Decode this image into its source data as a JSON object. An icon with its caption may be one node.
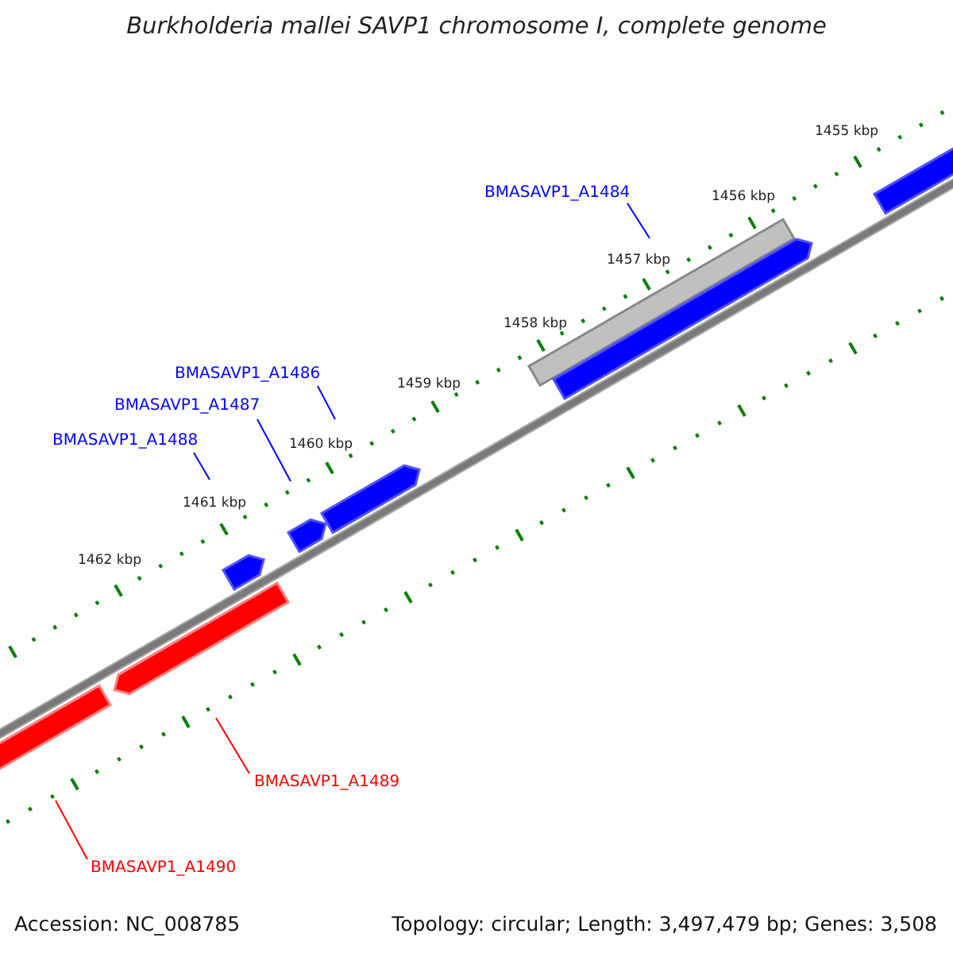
{
  "diagram": {
    "title": "Burkholderia mallei SAVP1 chromosome I, complete genome",
    "nodes": [
      {
        "text": [
          "BMASAVP1_A1484"
        ]
      },
      {
        "text": [
          "BMASAVP1_A1486"
        ]
      },
      {
        "text": [
          "BMASAVP1_A1487"
        ]
      },
      {
        "text": [
          "BMASAVP1_A1488"
        ]
      },
      {
        "text": [
          "BMASAVP1_A1489"
        ]
      },
      {
        "text": [
          "BMASAVP1_A1490"
        ]
      },
      {
        "text": [],
        "shape": "box"
      },
      {
        "text": [],
        "shape": "box"
      },
      {
        "text": [],
        "shape": "box"
      },
      {
        "text": [],
        "shape": "box"
      },
      {
        "text": [],
        "shape": "box"
      },
      {
        "text": [],
        "shape": "bar"
      },
      {
        "text": [],
        "shape": "box"
      },
      {
        "text": [],
        "shape": "box"
      }
    ],
    "edges": [
      {
        "from": 0,
        "to": null,
        "arrow": "none"
      },
      {
        "from": 1,
        "to": null,
        "arrow": "none"
      },
      {
        "from": 2,
        "to": null,
        "arrow": "none"
      },
      {
        "from": 3,
        "to": null,
        "arrow": "none"
      },
      {
        "from": 4,
        "to": null,
        "arrow": "none",
        "color": "#ff0000"
      },
      {
        "from": 5,
        "to": null,
        "arrow": "none",
        "color": "#ff0000"
      }
    ],
    "labels": [
      "1455 kbp",
      "1456 kbp",
      "1457 kbp",
      "1458 kbp",
      "1459 kbp",
      "1460 kbp",
      "1461 kbp",
      "1462 kbp",
      "Accession: NC_008785",
      "Topology: circular; Length: 3,497,479 bp; Genes: 3,508"
    ]
  }
}
